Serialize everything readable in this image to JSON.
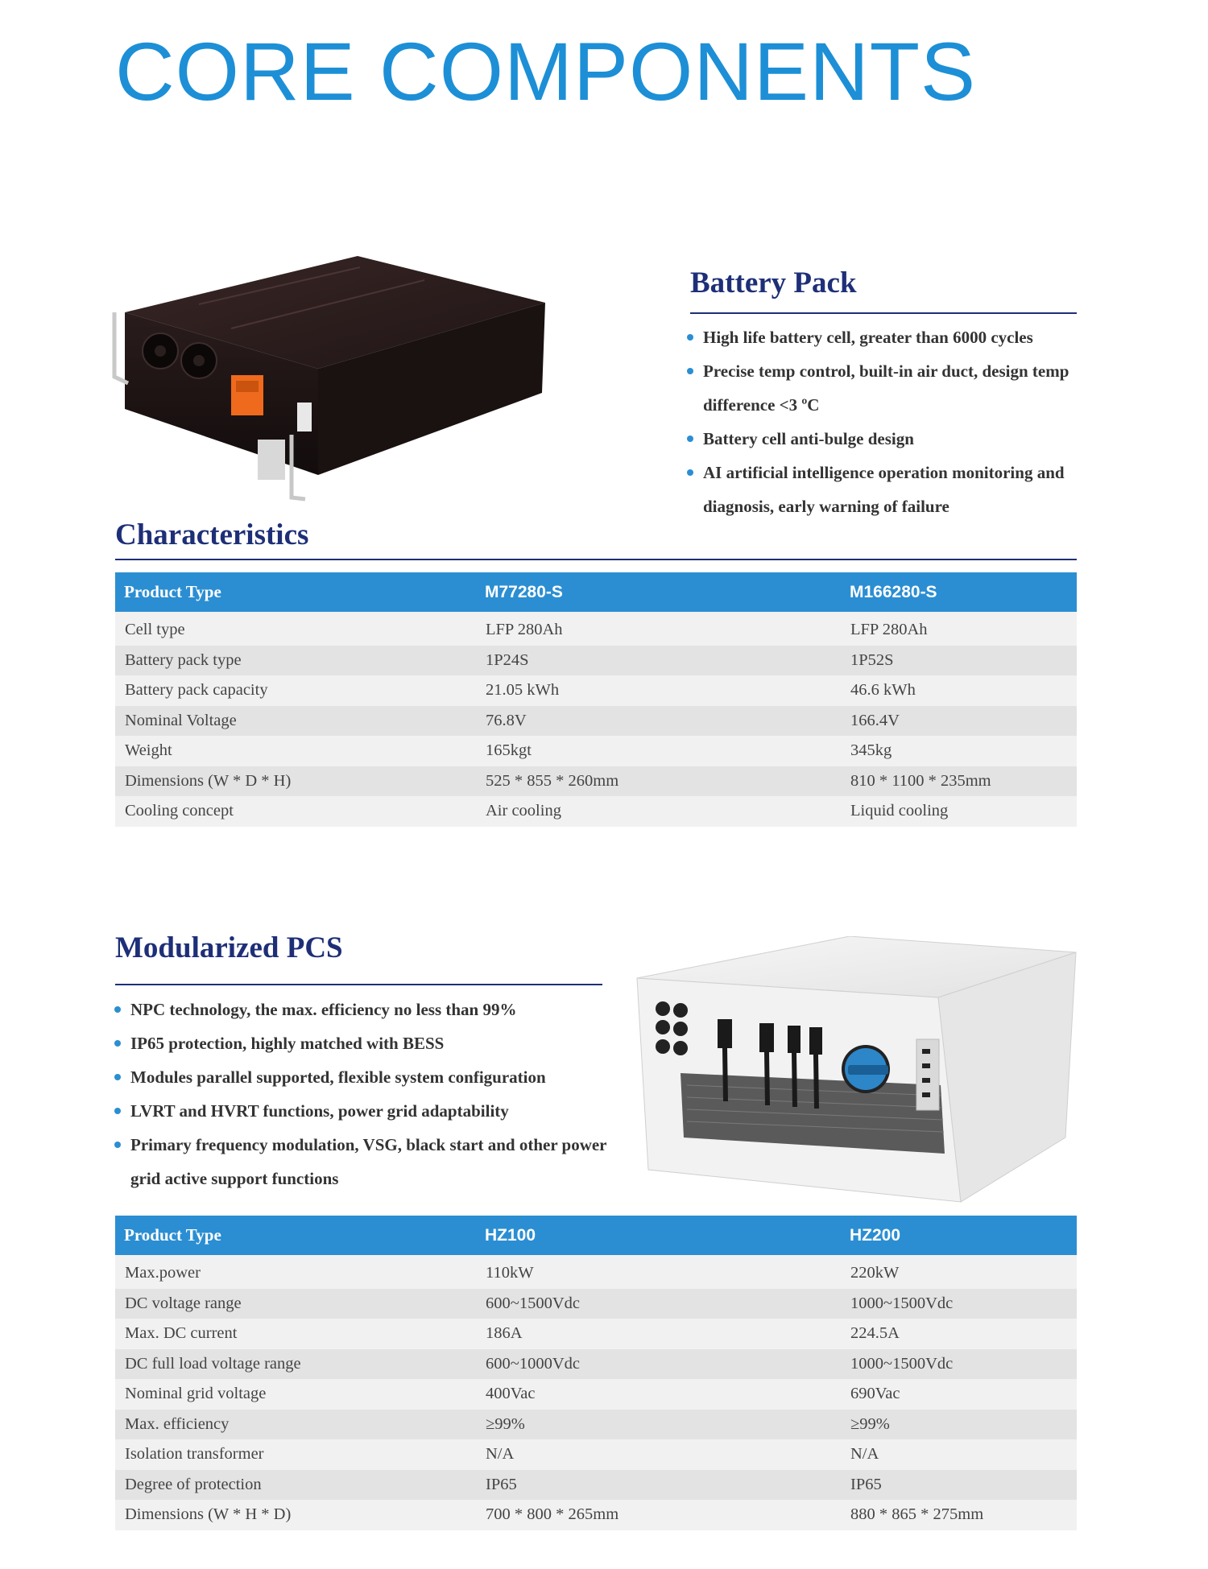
{
  "page_title": "CORE COMPONENTS",
  "battery_pack": {
    "heading": "Battery Pack",
    "bullets": [
      "High life battery cell, greater than 6000 cycles",
      "Precise temp control, built-in air duct, design temp difference <3 ºC",
      "Battery cell anti-bulge design",
      "AI artificial intelligence operation monitoring and diagnosis, early warning of failure"
    ]
  },
  "characteristics": {
    "heading": "Characteristics",
    "table": {
      "headers": [
        "Product Type",
        "M77280-S",
        "M166280-S"
      ],
      "rows": [
        [
          "Cell type",
          "LFP 280Ah",
          "LFP 280Ah"
        ],
        [
          "Battery pack type",
          "1P24S",
          "1P52S"
        ],
        [
          "Battery pack capacity",
          "21.05 kWh",
          "46.6 kWh"
        ],
        [
          "Nominal Voltage",
          "76.8V",
          "166.4V"
        ],
        [
          "Weight",
          "165kgt",
          "345kg"
        ],
        [
          "Dimensions (W * D * H)",
          "525 * 855 * 260mm",
          "810 * 1100 * 235mm"
        ],
        [
          "Cooling concept",
          "Air cooling",
          "Liquid cooling"
        ]
      ]
    }
  },
  "pcs": {
    "heading": "Modularized PCS",
    "bullets": [
      "NPC technology, the max. efficiency no less than 99%",
      "IP65 protection, highly matched with BESS",
      "Modules parallel supported, flexible system configuration",
      "LVRT and HVRT functions, power grid adaptability",
      "Primary frequency modulation, VSG, black start and other power grid active support functions"
    ],
    "table": {
      "headers": [
        "Product Type",
        "HZ100",
        "HZ200"
      ],
      "rows": [
        [
          "Max.power",
          "110kW",
          "220kW"
        ],
        [
          "DC voltage range",
          "600~1500Vdc",
          "1000~1500Vdc"
        ],
        [
          "Max. DC current",
          "186A",
          "224.5A"
        ],
        [
          "DC full load voltage range",
          "600~1000Vdc",
          "1000~1500Vdc"
        ],
        [
          "Nominal grid voltage",
          "400Vac",
          "690Vac"
        ],
        [
          "Max. efficiency",
          "≥99%",
          "≥99%"
        ],
        [
          "Isolation transformer",
          "N/A",
          "N/A"
        ],
        [
          "Degree of protection",
          "IP65",
          "IP65"
        ],
        [
          "Dimensions (W * H * D)",
          "700 * 800 * 265mm",
          "880 * 865 * 275mm"
        ]
      ]
    }
  },
  "colors": {
    "title_blue": "#1d8fd6",
    "heading_navy": "#1e2f78",
    "table_header_blue": "#2b8ed2",
    "bullet_dot": "#2b8ed2"
  },
  "images": {
    "battery_pack": "battery-pack-photo",
    "pcs": "pcs-cabinet-photo"
  }
}
